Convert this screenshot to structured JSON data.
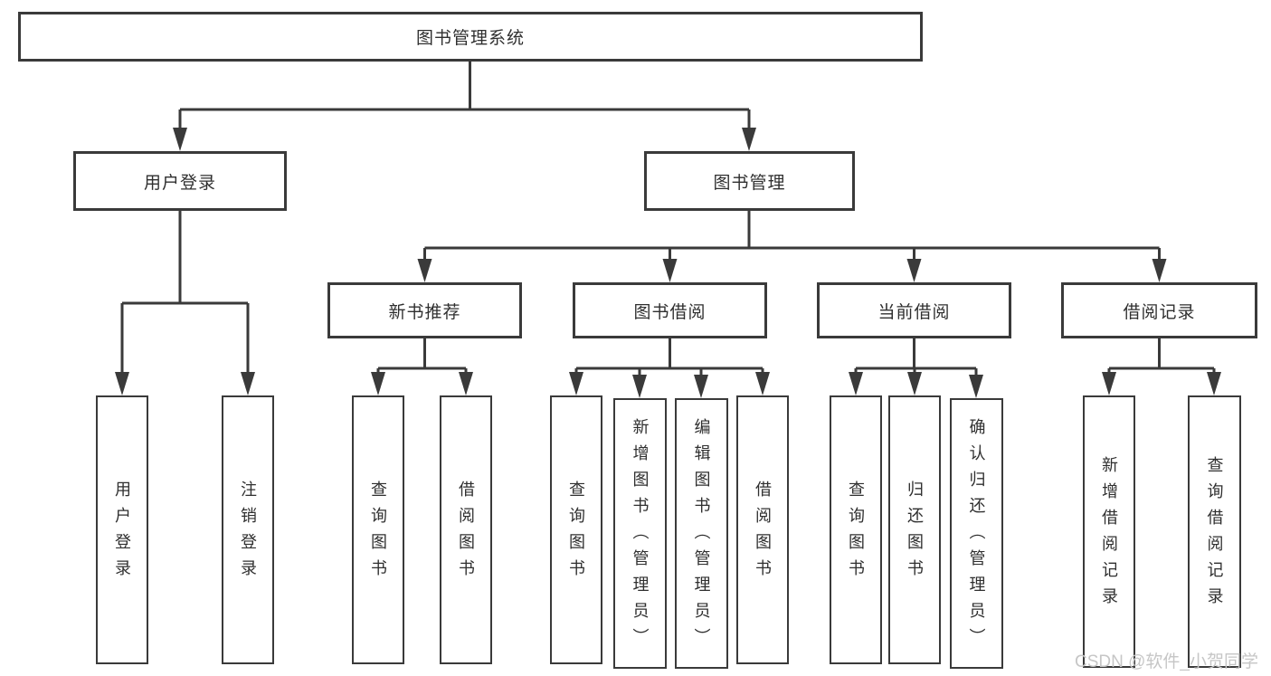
{
  "root": {
    "label": "图书管理系统"
  },
  "branches": [
    {
      "label": "用户登录",
      "children": [
        {
          "label": "用户登录"
        },
        {
          "label": "注销登录"
        }
      ]
    },
    {
      "label": "图书管理",
      "children": [
        {
          "label": "新书推荐",
          "children": [
            {
              "label": "查询图书"
            },
            {
              "label": "借阅图书"
            }
          ]
        },
        {
          "label": "图书借阅",
          "children": [
            {
              "label": "查询图书"
            },
            {
              "label": "新增图书（管理员）"
            },
            {
              "label": "编辑图书（管理员）"
            },
            {
              "label": "借阅图书"
            }
          ]
        },
        {
          "label": "当前借阅",
          "children": [
            {
              "label": "查询图书"
            },
            {
              "label": "归还图书"
            },
            {
              "label": "确认归还（管理员）"
            }
          ]
        },
        {
          "label": "借阅记录",
          "children": [
            {
              "label": "新增借阅记录"
            },
            {
              "label": "查询借阅记录"
            }
          ]
        }
      ]
    }
  ],
  "watermark": "CSDN @软件_小贺同学",
  "colors": {
    "line": "#3a3a3a",
    "text": "#2f2f2f",
    "watermark": "#c6c6c6",
    "background": "#ffffff"
  }
}
